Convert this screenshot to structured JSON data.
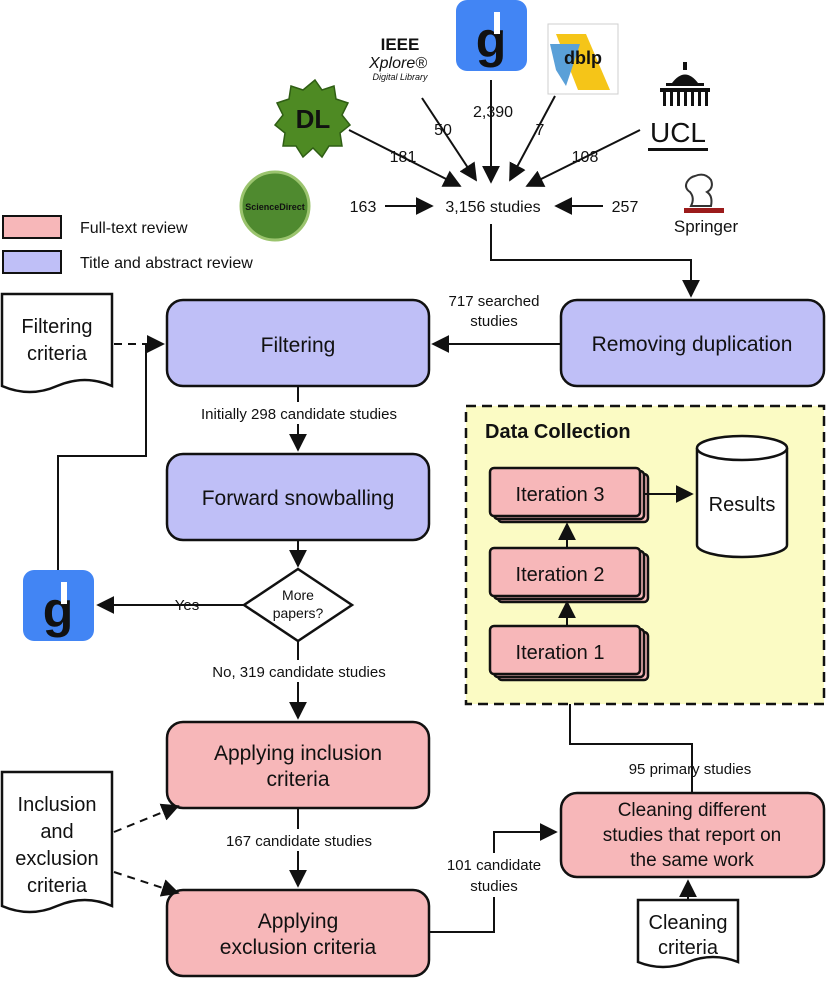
{
  "legend": {
    "fulltext": {
      "label": "Full-text review",
      "color": "#f7b7b9"
    },
    "abstract": {
      "label": "Title and abstract review",
      "color": "#bfbff7"
    }
  },
  "sources": {
    "ieee": {
      "line1": "IEEE",
      "line2": "Xplore®",
      "line3": "Digital Library",
      "count": "50"
    },
    "scholar": {
      "count": "2,390"
    },
    "dblp": {
      "name": "dblp",
      "count": "7"
    },
    "acm": {
      "name": "DL",
      "count": "181"
    },
    "ucl": {
      "name": "UCL",
      "count": "108"
    },
    "sciencedirect": {
      "name": "ScienceDirect",
      "count": "163"
    },
    "springer": {
      "name": "Springer",
      "count": "257"
    }
  },
  "total": "3,156 studies",
  "steps": {
    "removing": "Removing duplication",
    "searched": [
      "717 searched",
      "studies"
    ],
    "filtering": "Filtering",
    "filtering_criteria": [
      "Filtering",
      "criteria"
    ],
    "initially": "Initially 298 candidate studies",
    "snowballing": "Forward snowballing",
    "decision": [
      "More",
      "papers?"
    ],
    "yes": "Yes",
    "no": "No, 319 candidate studies",
    "inclusion": [
      "Applying inclusion",
      "criteria"
    ],
    "candidate167": "167 candidate studies",
    "exclusion": [
      "Applying",
      "exclusion criteria"
    ],
    "ie_criteria": [
      "Inclusion",
      "and",
      "exclusion",
      "criteria"
    ],
    "candidate101": [
      "101 candidate",
      "studies"
    ],
    "cleaning": [
      "Cleaning different",
      "studies that report on",
      "the same work"
    ],
    "cleaning_criteria": [
      "Cleaning",
      "criteria"
    ],
    "primary95": "95 primary studies"
  },
  "data_collection": {
    "title": "Data Collection",
    "iterations": [
      "Iteration 1",
      "Iteration 2",
      "Iteration 3"
    ],
    "results": "Results"
  },
  "colors": {
    "purple": "#bfbff7",
    "pink": "#f7b7b9",
    "panel": "#fbfbc4",
    "google_blue": "#4285f4",
    "acm_green": "#5a8a2a",
    "sd_green": "#4f8a2f",
    "springer_red": "#9b1b1b"
  }
}
